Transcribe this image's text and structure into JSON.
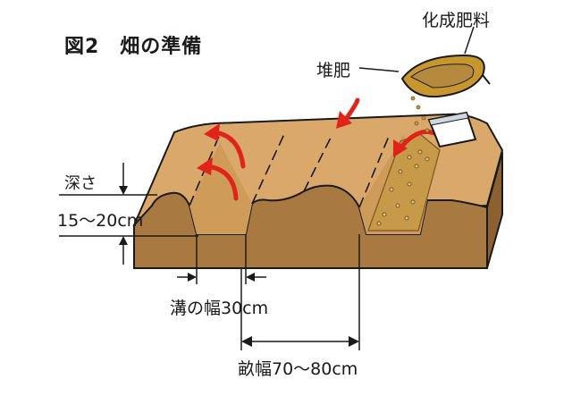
{
  "title": "図2　畑の準備",
  "labels": {
    "chemical_fertilizer": "化成肥料",
    "compost": "堆肥",
    "depth_line1": "深さ",
    "depth_line2": "15～20cm",
    "furrow_width": "溝の幅30cm",
    "ridge_width": "畝幅70～80cm"
  },
  "colors": {
    "soil_surface": "#d9a86a",
    "soil_front": "#a97942",
    "soil_side": "#8c6030",
    "compost": "#c79a4a",
    "arrow": "#e2231a",
    "outline": "#1a1a1a",
    "basket": "#c8962e"
  }
}
